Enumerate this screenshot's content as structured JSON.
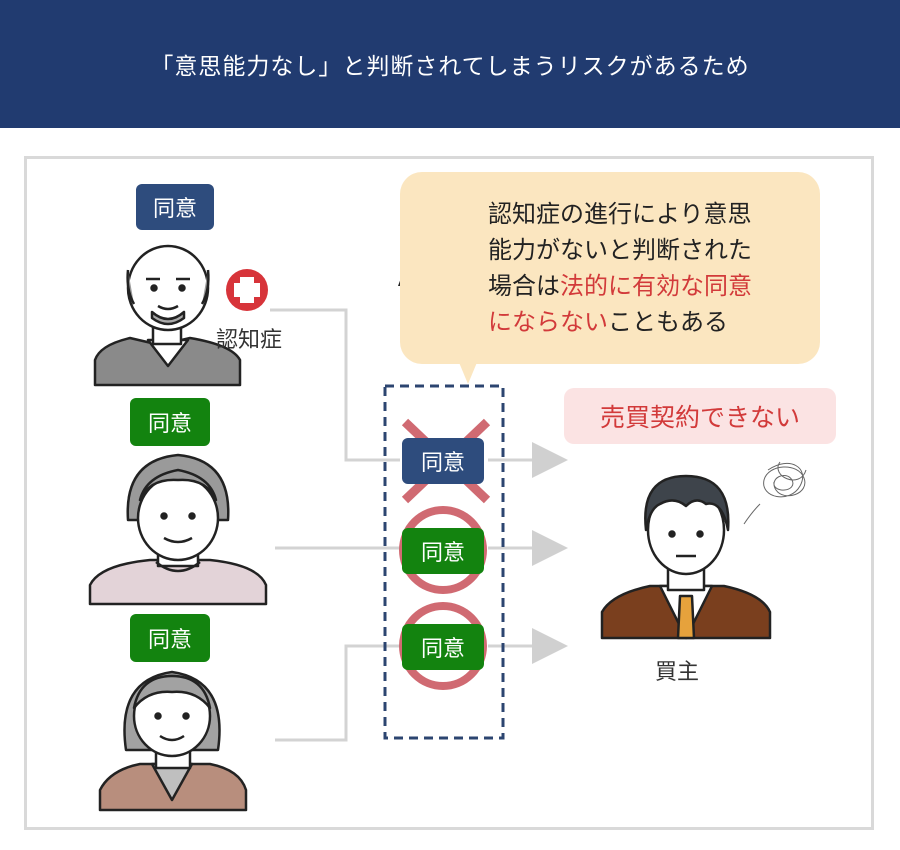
{
  "header": {
    "title": "「意思能力なし」と判断されてしまうリスクがあるため"
  },
  "persons": {
    "elder_1": {
      "badge": "同意",
      "condition_label": "認知症"
    },
    "elder_2": {
      "badge": "同意"
    },
    "elder_3": {
      "badge": "同意"
    }
  },
  "consents": [
    {
      "label": "同意",
      "status": "invalid"
    },
    {
      "label": "同意",
      "status": "valid"
    },
    {
      "label": "同意",
      "status": "valid"
    }
  ],
  "bubble": {
    "line1": "認知症の進行により意思",
    "line2": "能力がないと判断された",
    "line3_plain": "場合は",
    "line3_red": "法的に有効な同意",
    "line4_red": "にならない",
    "line4_plain": "こともある"
  },
  "result": {
    "label": "売買契約できない"
  },
  "buyer": {
    "label": "買主"
  },
  "colors": {
    "header_bg": "#213b70",
    "navy_badge": "#2e4c7d",
    "green_badge": "#13830f",
    "alert_red": "#d23a3a",
    "bubble_bg": "#fbe6c0"
  },
  "icons": {
    "medical": "medical-cross-icon",
    "lawyer": "lawyer-scales-icon",
    "confused": "scribble-thought-icon"
  }
}
